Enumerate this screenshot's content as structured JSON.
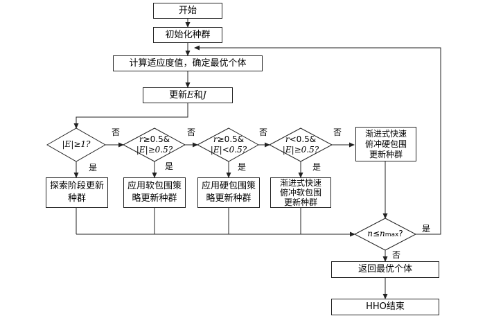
{
  "nodes": {
    "start": "开始",
    "init": "初始化种群",
    "fitness": "计算适应度值，确定最优个体",
    "update_ej": {
      "pre": "更新",
      "e": "E",
      "mid": "和",
      "j": "J"
    },
    "explore": {
      "line1": "探索阶段更新",
      "line2": "种群"
    },
    "soft": {
      "line1": "应用软包围策",
      "line2": "略更新种群"
    },
    "hard": {
      "line1": "应用硬包围策",
      "line2": "略更新种群"
    },
    "soft_dive": {
      "line1": "渐进式快速",
      "line2": "俯冲软包围",
      "line3": "更新种群"
    },
    "hard_dive": {
      "line1": "渐进式快速",
      "line2": "俯冲硬包围",
      "line3": "更新种群"
    },
    "return_best": "返回最优个体",
    "end": "HHO结束"
  },
  "decisions": {
    "d1": {
      "l1": "|E|≥1?"
    },
    "d2": {
      "l1a": "r",
      "l1b": "≥0.5&",
      "l2": "|E|≥0.5?"
    },
    "d3": {
      "l1a": "r",
      "l1b": "≥0.5&",
      "l2": "|E|<0.5?"
    },
    "d4": {
      "l1a": "r",
      "l1b": "<0.5&",
      "l2": "|E|≥0.5?"
    },
    "loop": {
      "n": "n",
      "le": "≤",
      "nmax": "n",
      "sub": "max",
      "q": "?"
    }
  },
  "edge_labels": {
    "yes": "是",
    "no": "否"
  }
}
